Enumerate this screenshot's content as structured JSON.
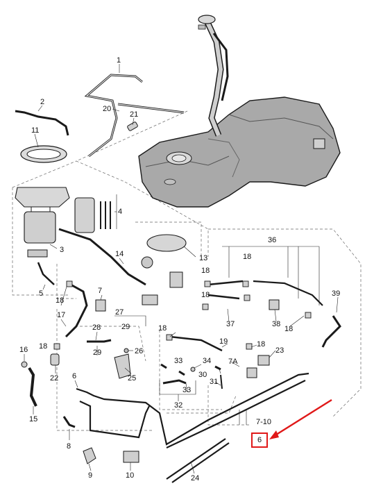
{
  "labels": {
    "l1": "1",
    "l2": "2",
    "l20": "20",
    "l21": "21",
    "l11": "11",
    "l3": "3",
    "l4": "4",
    "l14": "14",
    "l13": "13",
    "l5": "5",
    "l36": "36",
    "l18a": "18",
    "l18b": "18",
    "l18c": "18",
    "l18d": "18",
    "l18e": "18",
    "l18f": "18",
    "l18g": "18",
    "l18h": "18",
    "l7": "7",
    "l27": "27",
    "l29a": "29",
    "l17": "17",
    "l28": "28",
    "l29b": "29",
    "l26": "26",
    "l25": "25",
    "l16": "16",
    "l22": "22",
    "l6a": "6",
    "l15": "15",
    "l33a": "33",
    "l34": "34",
    "l30": "30",
    "l31": "31",
    "l7A": "7A",
    "l23": "23",
    "l37": "37",
    "l38": "38",
    "l39": "39",
    "l19": "19",
    "l33b": "33",
    "l32": "32",
    "l8": "8",
    "l9": "9",
    "l10": "10",
    "l24": "24",
    "l7_10": "7-10"
  },
  "callout": {
    "label": "6",
    "color": "#e01818"
  },
  "colors": {
    "line": "#1a1a1a",
    "part_fill": "#c9c9c9",
    "tank_fill": "#a8a8a8",
    "guide": "#555555"
  }
}
